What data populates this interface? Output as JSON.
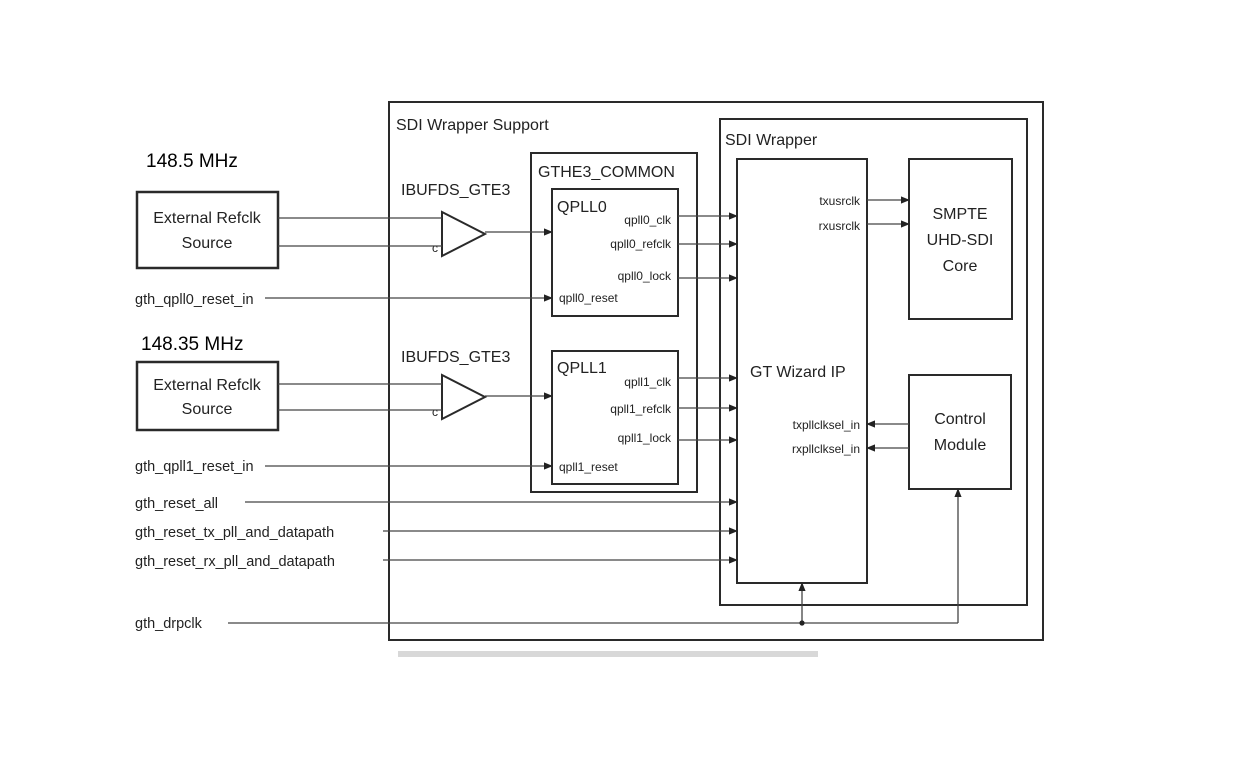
{
  "frequencies": {
    "top": "148.5 MHz",
    "bottom": "148.35 MHz"
  },
  "sources": {
    "top": {
      "line1": "External Refclk",
      "line2": "Source"
    },
    "bottom": {
      "line1": "External Refclk",
      "line2": "Source"
    }
  },
  "signals": {
    "qpll0_reset": "gth_qpll0_reset_in",
    "qpll1_reset": "gth_qpll1_reset_in",
    "reset_all": "gth_reset_all",
    "reset_tx": "gth_reset_tx_pll_and_datapath",
    "reset_rx": "gth_reset_rx_pll_and_datapath",
    "drpclk": "gth_drpclk"
  },
  "buffers": {
    "top": "IBUFDS_GTE3",
    "bottom": "IBUFDS_GTE3",
    "pin_label": "c"
  },
  "wrapper_support": {
    "title": "SDI Wrapper Support"
  },
  "gthe3_common": {
    "title": "GTHE3_COMMON",
    "qpll0": {
      "title": "QPLL0",
      "ports": {
        "clk": "qpll0_clk",
        "refclk": "qpll0_refclk",
        "lock": "qpll0_lock",
        "reset": "qpll0_reset"
      }
    },
    "qpll1": {
      "title": "QPLL1",
      "ports": {
        "clk": "qpll1_clk",
        "refclk": "qpll1_refclk",
        "lock": "qpll1_lock",
        "reset": "qpll1_reset"
      }
    }
  },
  "sdi_wrapper": {
    "title": "SDI Wrapper",
    "gt_wizard": {
      "title": "GT Wizard IP",
      "ports": {
        "txusrclk": "txusrclk",
        "rxusrclk": "rxusrclk",
        "txpllclksel_in": "txpllclksel_in",
        "rxpllclksel_in": "rxpllclksel_in"
      }
    },
    "smpte": {
      "line1": "SMPTE",
      "line2": "UHD-SDI",
      "line3": "Core"
    },
    "control": {
      "line1": "Control",
      "line2": "Module"
    }
  },
  "colors": {
    "line": "#2a2a2a",
    "text": "#222222"
  }
}
